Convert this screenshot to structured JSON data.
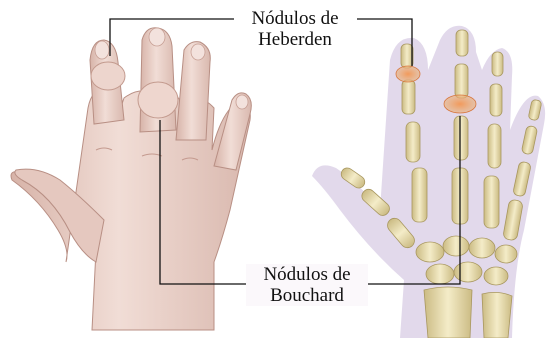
{
  "labels": {
    "heberden": {
      "line1": "Nódulos de",
      "line2": "Heberden"
    },
    "bouchard": {
      "line1": "Nódulos de",
      "line2": "Bouchard"
    }
  },
  "colors": {
    "skin": "#ead3cc",
    "skin_shadow": "#c9a59b",
    "bone": "#ece3b8",
    "bone_shadow": "#c9b97f",
    "silhouette": "#dcd0e6",
    "nodule": "#e88c55",
    "leader_line": "#111111"
  }
}
